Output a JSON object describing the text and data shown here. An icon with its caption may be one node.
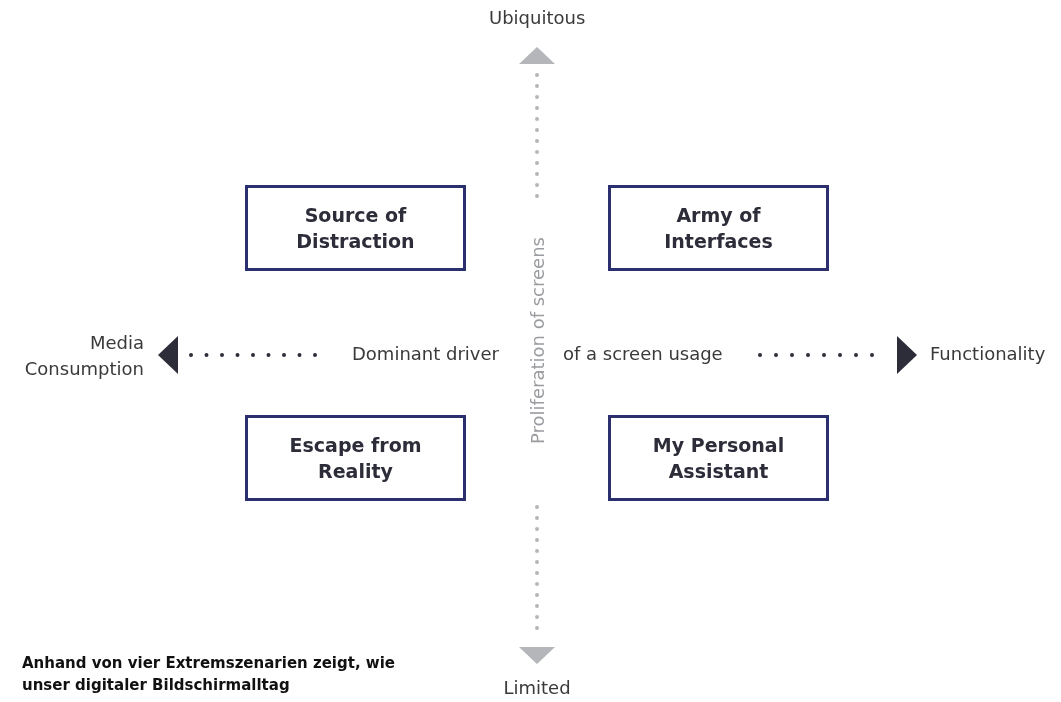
{
  "diagram": {
    "caption": "Anhand von vier Extremszenarien zeigt, wie unser digitaler Bildschirmalltag",
    "nodes": [
      {
        "text": [
          "Source of Distraction"
        ]
      },
      {
        "text": [
          "Army of Interfaces"
        ]
      },
      {
        "text": [
          "Escape from Reality"
        ]
      },
      {
        "text": [
          "My Personal Assistant"
        ]
      }
    ],
    "edges": [],
    "labels": [
      "Ubiquitous",
      "Media Consumption",
      "Dominant driver",
      "Proliferation of screens",
      "of a screen usage",
      "Functionality",
      "Limited"
    ]
  }
}
